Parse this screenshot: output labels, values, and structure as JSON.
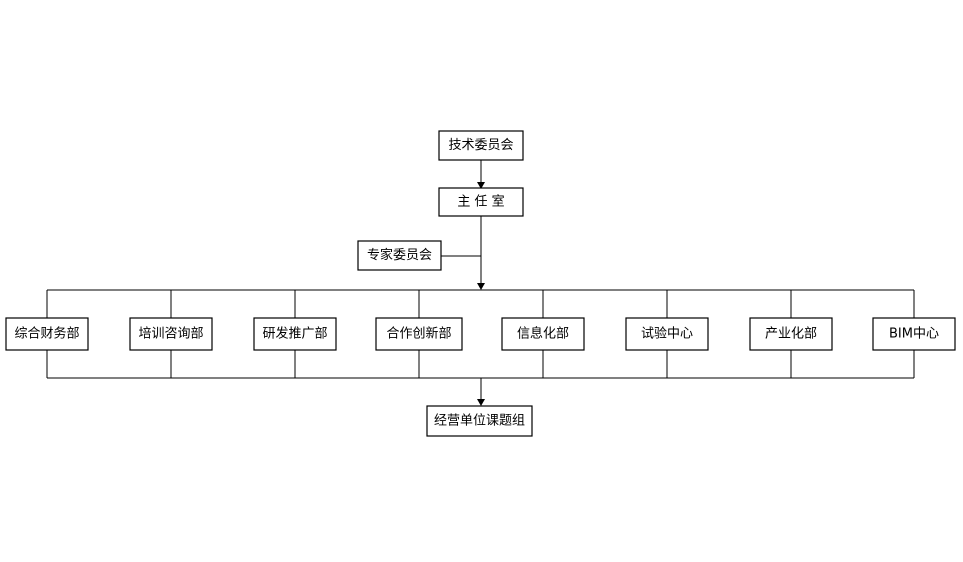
{
  "org_chart": {
    "top": "技术委员会",
    "director": "主 任 室",
    "expert": "专家委员会",
    "departments": [
      "综合财务部",
      "培训咨询部",
      "研发推广部",
      "合作创新部",
      "信息化部",
      "试验中心",
      "产业化部",
      "BIM中心"
    ],
    "bottom": "经营单位课题组"
  },
  "colors": {
    "line": "#000000",
    "box_fill": "#ffffff",
    "text": "#000000"
  }
}
